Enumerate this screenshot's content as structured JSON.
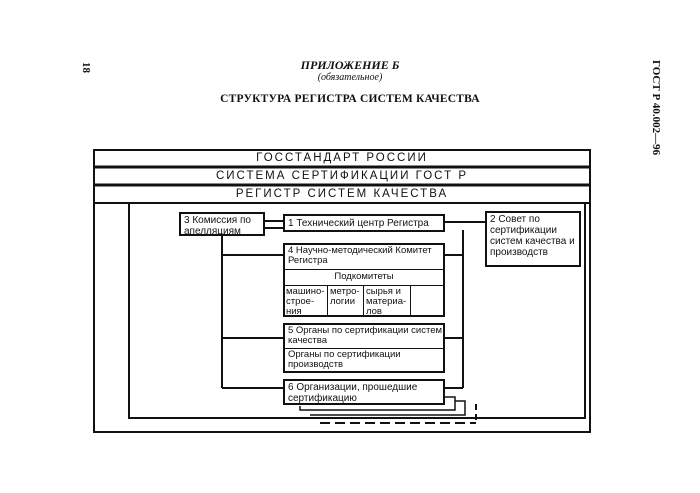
{
  "page": {
    "page_number": "18",
    "side_code": "ГОСТ Р 40.002—96",
    "appendix_title": "ПРИЛОЖЕНИЕ Б",
    "appendix_status": "(обязательное)",
    "main_title": "СТРУКТУРА РЕГИСТРА СИСТЕМ КАЧЕСТВА"
  },
  "diagram": {
    "band1": "ГОССТАНДАРТ РОССИИ",
    "band2": "СИСТЕМА СЕРТИФИКАЦИИ ГОСТ Р",
    "band3": "РЕГИСТР СИСТЕМ КАЧЕСТВА",
    "box1": "1  Технический центр Регистра",
    "box2": "2 Совет по сертификации систем качества и производств",
    "box3": "3  Комиссия по апелляциям",
    "box4": "4  Научно-методический Комитет Регистра",
    "subcommittees": "Подкомитеты",
    "sub1": "машино-строе-ния",
    "sub2": "метро-логии",
    "sub3": "сырья и материа-лов",
    "box5": "5  Органы по сертификации систем качества",
    "box5b": "Органы по сертификации производств",
    "box6": "6  Организации, прошедшие сертификацию"
  }
}
